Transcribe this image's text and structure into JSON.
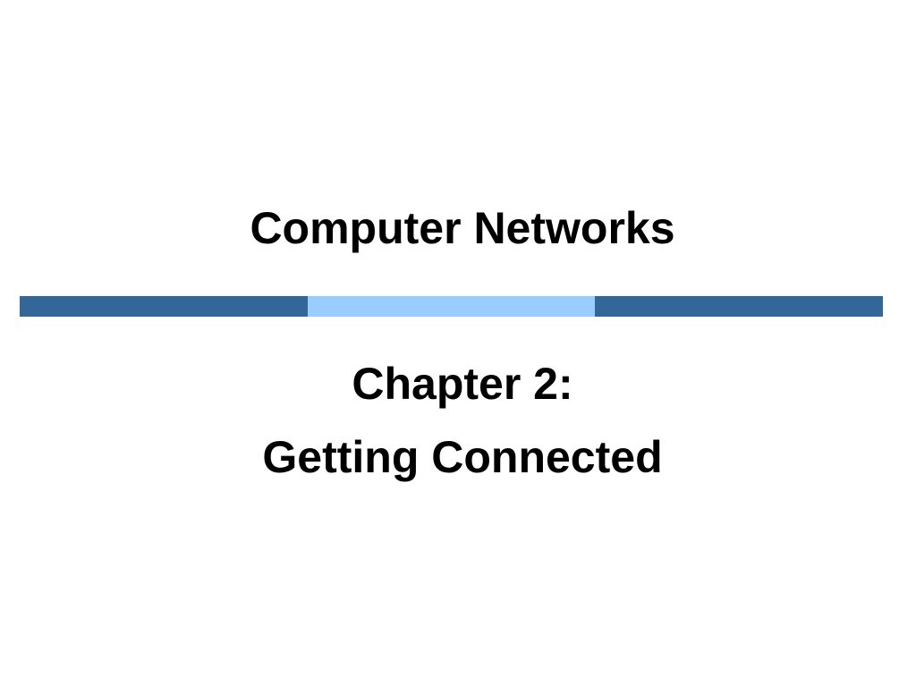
{
  "slide": {
    "title": "Computer Networks",
    "subtitle_line1": "Chapter 2:",
    "subtitle_line2": "Getting Connected"
  },
  "colors": {
    "bar_dark": "#336699",
    "bar_light": "#99ccff",
    "text": "#000000",
    "background": "#ffffff"
  }
}
